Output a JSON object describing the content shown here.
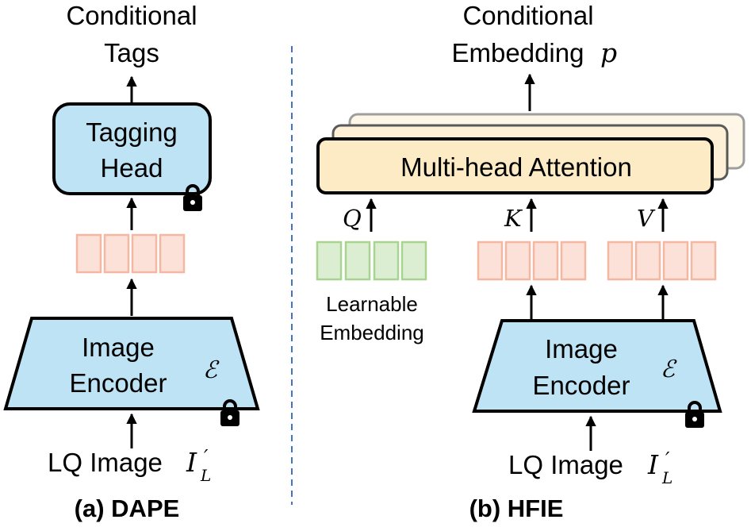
{
  "left": {
    "output_line1": "Conditional",
    "output_line2": "Tags",
    "head_line1": "Tagging",
    "head_line2": "Head",
    "encoder_line1": "Image",
    "encoder_line2": "Encoder",
    "encoder_symbol": "ℰ",
    "input_text": "LQ Image",
    "input_var": "I",
    "input_sub": "L",
    "input_prime": "′",
    "caption": "(a) DAPE"
  },
  "right": {
    "output_line1": "Conditional",
    "output_line2": "Embedding",
    "output_var": "p",
    "attention_label": "Multi-head Attention",
    "q_label": "Q",
    "k_label": "K",
    "v_label": "V",
    "learnable_line1": "Learnable",
    "learnable_line2": "Embedding",
    "encoder_line1": "Image",
    "encoder_line2": "Encoder",
    "encoder_symbol": "ℰ",
    "input_text": "LQ Image",
    "input_var": "I",
    "input_sub": "L",
    "input_prime": "′",
    "caption": "(b) HFIE"
  },
  "icons": {
    "frozen_lock": "lock-icon"
  },
  "colors": {
    "box_blue": "#BDE3F4",
    "attention_fill": "#FDEBC5",
    "token_orange_fill": "#FBE1D8",
    "token_orange_stroke": "#F3B7A2",
    "token_green_fill": "#DCEED2",
    "token_green_stroke": "#A8D390",
    "divider": "#4472C4"
  }
}
